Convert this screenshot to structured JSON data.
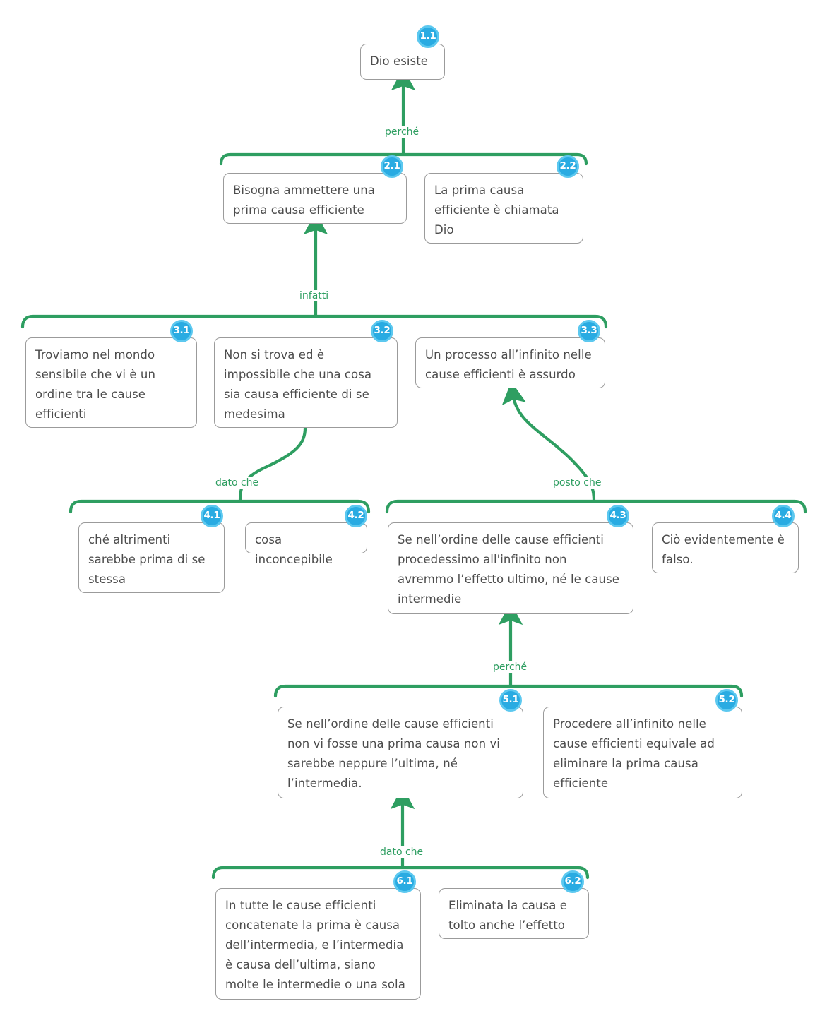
{
  "diagram": {
    "title": "Mappa argomentativa - Dio esiste",
    "language": "it",
    "colors": {
      "connector_green": "#2e9e61",
      "badge_fill": "#29abe2",
      "badge_ring": "#5cc8ef",
      "node_border": "#9b9b9b",
      "node_text": "#4c4c4c",
      "background": "#ffffff"
    }
  },
  "nodes": [
    {
      "id": "1.1",
      "text": "Dio esiste"
    },
    {
      "id": "2.1",
      "text": "Bisogna ammettere una\nprima causa efficiente"
    },
    {
      "id": "2.2",
      "text": "La prima causa\nefficiente è chiamata\nDio"
    },
    {
      "id": "3.1",
      "text": "Troviamo nel mondo\nsensibile che vi è un\nordine tra le cause\nefficienti"
    },
    {
      "id": "3.2",
      "text": "Non si trova ed è\nimpossibile che una cosa\nsia causa efficiente di se\nmedesima"
    },
    {
      "id": "3.3",
      "text": "Un processo all’infinito nelle\ncause efficienti è assurdo"
    },
    {
      "id": "4.1",
      "text": "ché altrimenti\nsarebbe prima di se\nstessa"
    },
    {
      "id": "4.2",
      "text": "cosa inconcepibile"
    },
    {
      "id": "4.3",
      "text": "Se nell’ordine delle cause efficienti\nprocedessimo all'infinito non\navremmo l’effetto ultimo, né le cause\nintermedie"
    },
    {
      "id": "4.4",
      "text": "Ciò evidentemente è\nfalso."
    },
    {
      "id": "5.1",
      "text": "Se nell’ordine delle cause efficienti\nnon vi fosse una prima causa non vi\nsarebbe neppure l’ultima, né\nl’intermedia."
    },
    {
      "id": "5.2",
      "text": "Procedere all’infinito nelle\ncause efficienti equivale ad\neliminare la prima causa\nefficiente"
    },
    {
      "id": "6.1",
      "text": "In tutte le cause efficienti\nconcatenate la prima è causa\ndell’intermedia, e l’intermedia\nè causa dell’ultima, siano\nmolte le intermedie o una sola"
    },
    {
      "id": "6.2",
      "text": "Eliminata la causa e\ntolto anche l’effetto"
    }
  ],
  "connectors": [
    {
      "from_group": "2",
      "to_node": "1.1",
      "label": "perché"
    },
    {
      "from_group": "3",
      "to_node": "2.1",
      "label": "infatti"
    },
    {
      "from_group": "4a",
      "to_node": "3.2",
      "label": "dato che"
    },
    {
      "from_group": "4b",
      "to_node": "3.3",
      "label": "posto che"
    },
    {
      "from_group": "5",
      "to_node": "4.3",
      "label": "perché"
    },
    {
      "from_group": "6",
      "to_node": "5.1",
      "label": "dato che"
    }
  ]
}
